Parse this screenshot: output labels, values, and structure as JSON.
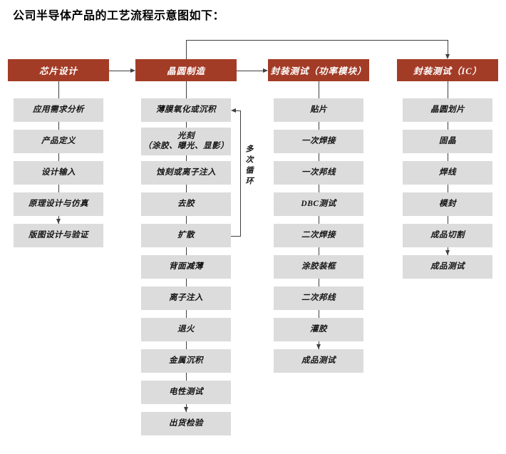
{
  "title": "公司半导体产品的工艺流程示意图如下：",
  "diagram": {
    "loop_label": "多次循环",
    "columns": [
      {
        "header": "芯片设计",
        "steps": [
          [
            "应用需求分析"
          ],
          [
            "产品定义"
          ],
          [
            "设计输入"
          ],
          [
            "原理设计与仿真"
          ],
          [
            "版图设计与验证"
          ]
        ]
      },
      {
        "header": "晶圆制造",
        "steps": [
          [
            "薄膜氧化或沉积"
          ],
          [
            "光刻",
            "（涂胶、曝光、显影）"
          ],
          [
            "蚀刻或离子注入"
          ],
          [
            "去胶"
          ],
          [
            "扩散"
          ],
          [
            "背面减薄"
          ],
          [
            "离子注入"
          ],
          [
            "退火"
          ],
          [
            "金属沉积"
          ],
          [
            "电性测试"
          ],
          [
            "出货检验"
          ]
        ]
      },
      {
        "header": "封装测试（功率模块）",
        "steps": [
          [
            "贴片"
          ],
          [
            "一次焊接"
          ],
          [
            "一次邦线"
          ],
          [
            "DBC测试"
          ],
          [
            "二次焊接"
          ],
          [
            "涂胶装框"
          ],
          [
            "二次邦线"
          ],
          [
            "灌胶"
          ],
          [
            "成品测试"
          ]
        ]
      },
      {
        "header": "封装测试（IC）",
        "steps": [
          [
            "晶圆划片"
          ],
          [
            "固晶"
          ],
          [
            "焊线"
          ],
          [
            "模封"
          ],
          [
            "成品切割"
          ],
          [
            "成品测试"
          ]
        ]
      }
    ],
    "connections": [
      {
        "from": "芯片设计",
        "to": "晶圆制造",
        "type": "arrow-right"
      },
      {
        "from": "晶圆制造",
        "to": "封装测试（功率模块）",
        "type": "arrow-right"
      },
      {
        "from": "晶圆制造",
        "to": "封装测试（IC）",
        "type": "arrow-top-route"
      },
      {
        "from": "扩散",
        "to": "薄膜氧化或沉积",
        "type": "loop-back",
        "label": "多次循环"
      }
    ]
  },
  "colors": {
    "header_bg": "#A33C27",
    "header_text": "#FFFFFF",
    "step_bg": "#DCDCDC",
    "step_text": "#141414",
    "line": "#404040"
  }
}
